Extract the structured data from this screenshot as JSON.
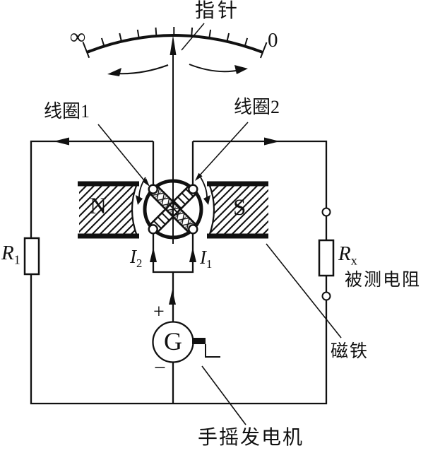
{
  "labels": {
    "pointer": "指针",
    "scale_left_end": "∞",
    "scale_right_end": "0",
    "coil1": "线圈1",
    "coil2": "线圈2",
    "pole_n": "N",
    "pole_s": "S",
    "r1": {
      "base": "R",
      "sub": "1"
    },
    "rx": {
      "base": "R",
      "sub": "x"
    },
    "i2": {
      "base": "I",
      "sub": "2"
    },
    "i1": {
      "base": "I",
      "sub": "1"
    },
    "tested_resistor": "被测电阻",
    "magnet": "磁铁",
    "generator": "G",
    "generator_plus": "+",
    "generator_minus": "−",
    "hand_generator": "手摇发电机"
  },
  "colors": {
    "ink": "#111111",
    "background": "#ffffff"
  }
}
